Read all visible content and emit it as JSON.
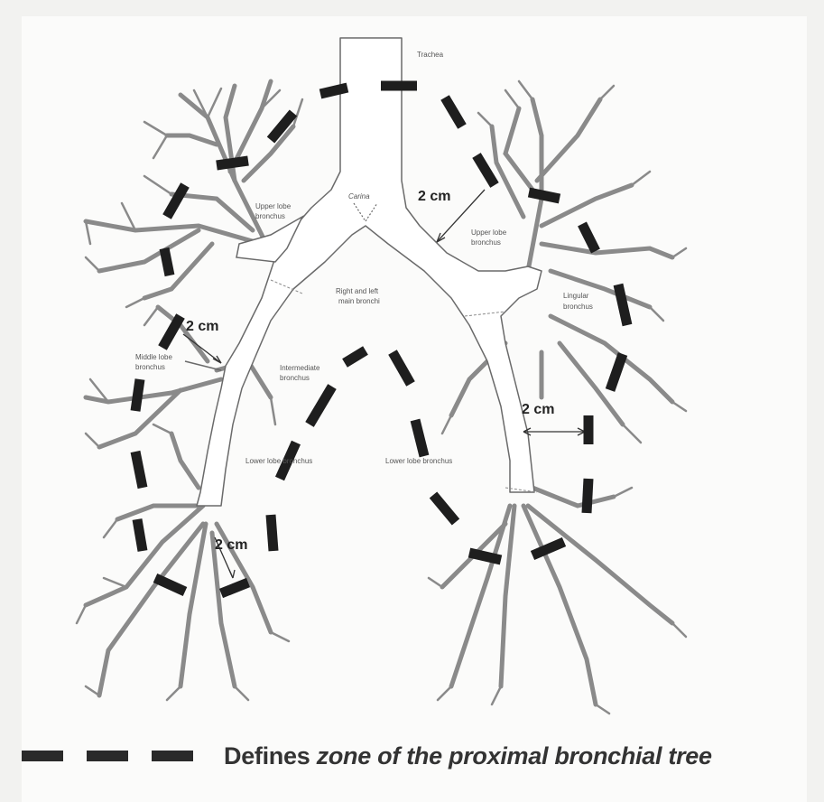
{
  "labels": {
    "trachea": "Trachea",
    "carina": "Carina",
    "right_upper_lobe": [
      "Upper lobe",
      "bronchus"
    ],
    "left_upper_lobe": [
      "Upper lobe",
      "bronchus"
    ],
    "lingular": [
      "Lingular",
      "bronchus"
    ],
    "main_bronchi": [
      "Right and left",
      "main bronchi"
    ],
    "middle_lobe": [
      "Middle lobe",
      "bronchus"
    ],
    "intermediate": [
      "Intermediate",
      "bronchus"
    ],
    "right_lower_lobe": "Lower lobe bronchus",
    "left_lower_lobe": "Lower lobe bronchus"
  },
  "measurements": [
    "2 cm",
    "2 cm",
    "2 cm",
    "2 cm"
  ],
  "legend": {
    "text_part1": "Defines ",
    "text_part2": "zone of the proximal bronchial tree"
  },
  "colors": {
    "airway_fill": "#ffffff",
    "airway_stroke": "#6a6a6a",
    "branch_color": "#8a8a8a",
    "zone_dash": "#1e1e1e"
  }
}
